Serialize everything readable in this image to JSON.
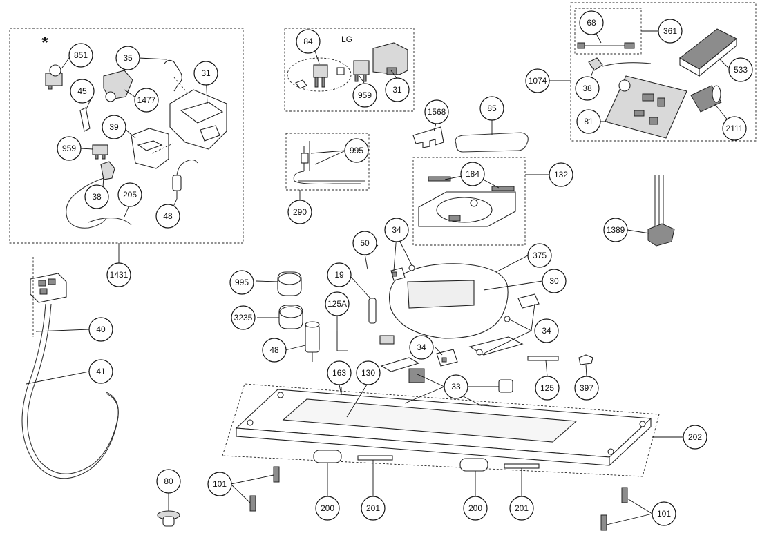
{
  "diagram": {
    "asterisk": "*",
    "lg_label": "LG",
    "callouts": {
      "c851": "851",
      "c35": "35",
      "c31a": "31",
      "c45": "45",
      "c1477": "1477",
      "c39": "39",
      "c959a": "959",
      "c38a": "38",
      "c205": "205",
      "c48a": "48",
      "c1431": "1431",
      "c84": "84",
      "c959b": "959",
      "c31b": "31",
      "c995a": "995",
      "c290": "290",
      "c1568": "1568",
      "c85": "85",
      "c184": "184",
      "c132": "132",
      "c68": "68",
      "c361": "361",
      "c1074": "1074",
      "c38b": "38",
      "c533": "533",
      "c81": "81",
      "c2111": "2111",
      "c1389": "1389",
      "c50": "50",
      "c34a": "34",
      "c375": "375",
      "c30": "30",
      "c19": "19",
      "c995b": "995",
      "c3235": "3235",
      "c125A": "125A",
      "c48b": "48",
      "c34b": "34",
      "c34c": "34",
      "c163": "163",
      "c130": "130",
      "c33": "33",
      "c125": "125",
      "c397": "397",
      "c40": "40",
      "c41": "41",
      "c202": "202",
      "c80": "80",
      "c101a": "101",
      "c200a": "200",
      "c201a": "201",
      "c200b": "200",
      "c201b": "201",
      "c101b": "101"
    }
  }
}
